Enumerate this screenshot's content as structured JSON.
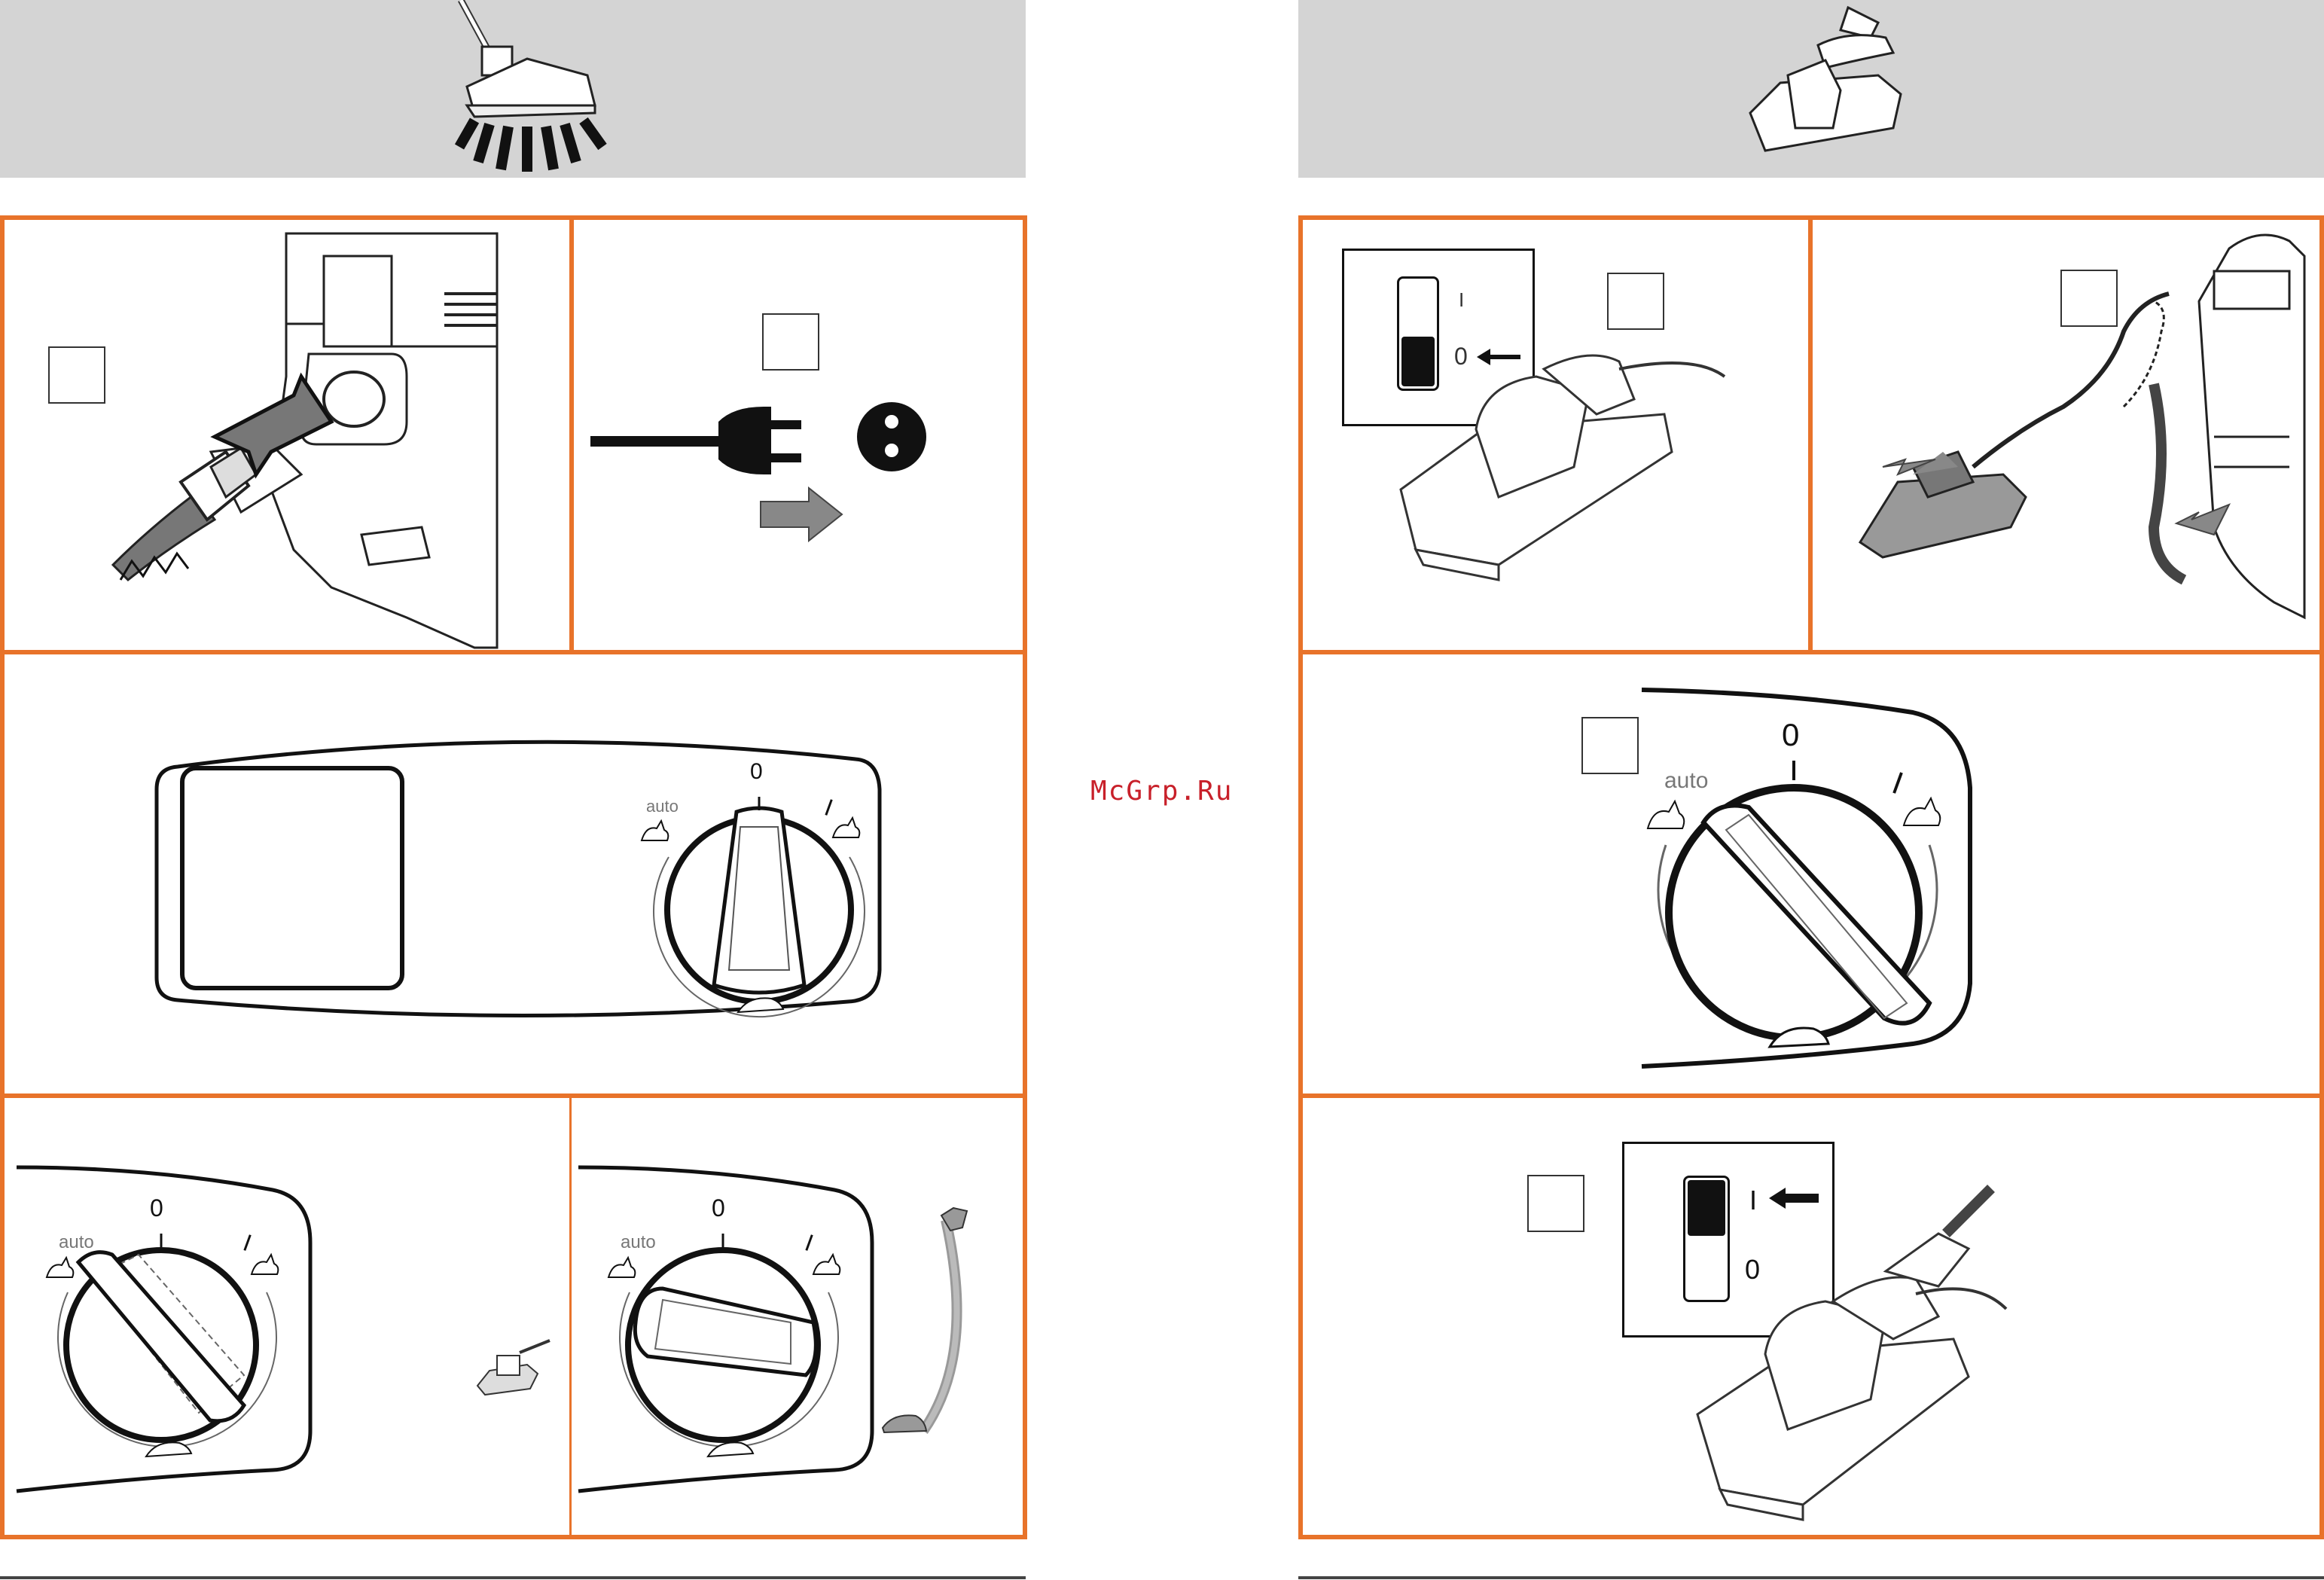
{
  "watermark": "McGrp.Ru",
  "dial": {
    "zero": "0",
    "one": "I",
    "auto": "auto"
  },
  "switch": {
    "on": "I",
    "off": "0"
  },
  "colors": {
    "frame": "#e8732a",
    "header": "#d4d4d4",
    "arrow": "#888888",
    "watermark": "#c8202a"
  },
  "icons": [
    "vacuum-floor-nozzle-icon",
    "steam-iron-icon",
    "plug-icon",
    "socket-icon",
    "turtle-icon",
    "hare-icon",
    "arrow-icon"
  ]
}
